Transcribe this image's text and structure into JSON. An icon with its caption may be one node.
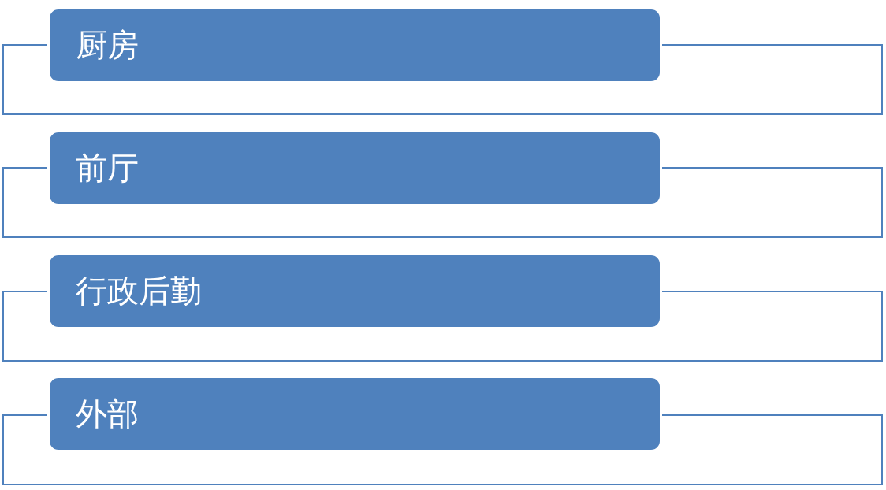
{
  "diagram": {
    "nodes": [
      {
        "text": [
          "厨房"
        ]
      },
      {
        "text": [],
        "shape": "box"
      },
      {
        "text": [
          "前厅"
        ]
      },
      {
        "text": [],
        "shape": "box"
      },
      {
        "text": [
          "行政后勤"
        ]
      },
      {
        "text": [],
        "shape": "box"
      },
      {
        "text": [
          "外部"
        ]
      },
      {
        "text": [],
        "shape": "box"
      }
    ]
  }
}
